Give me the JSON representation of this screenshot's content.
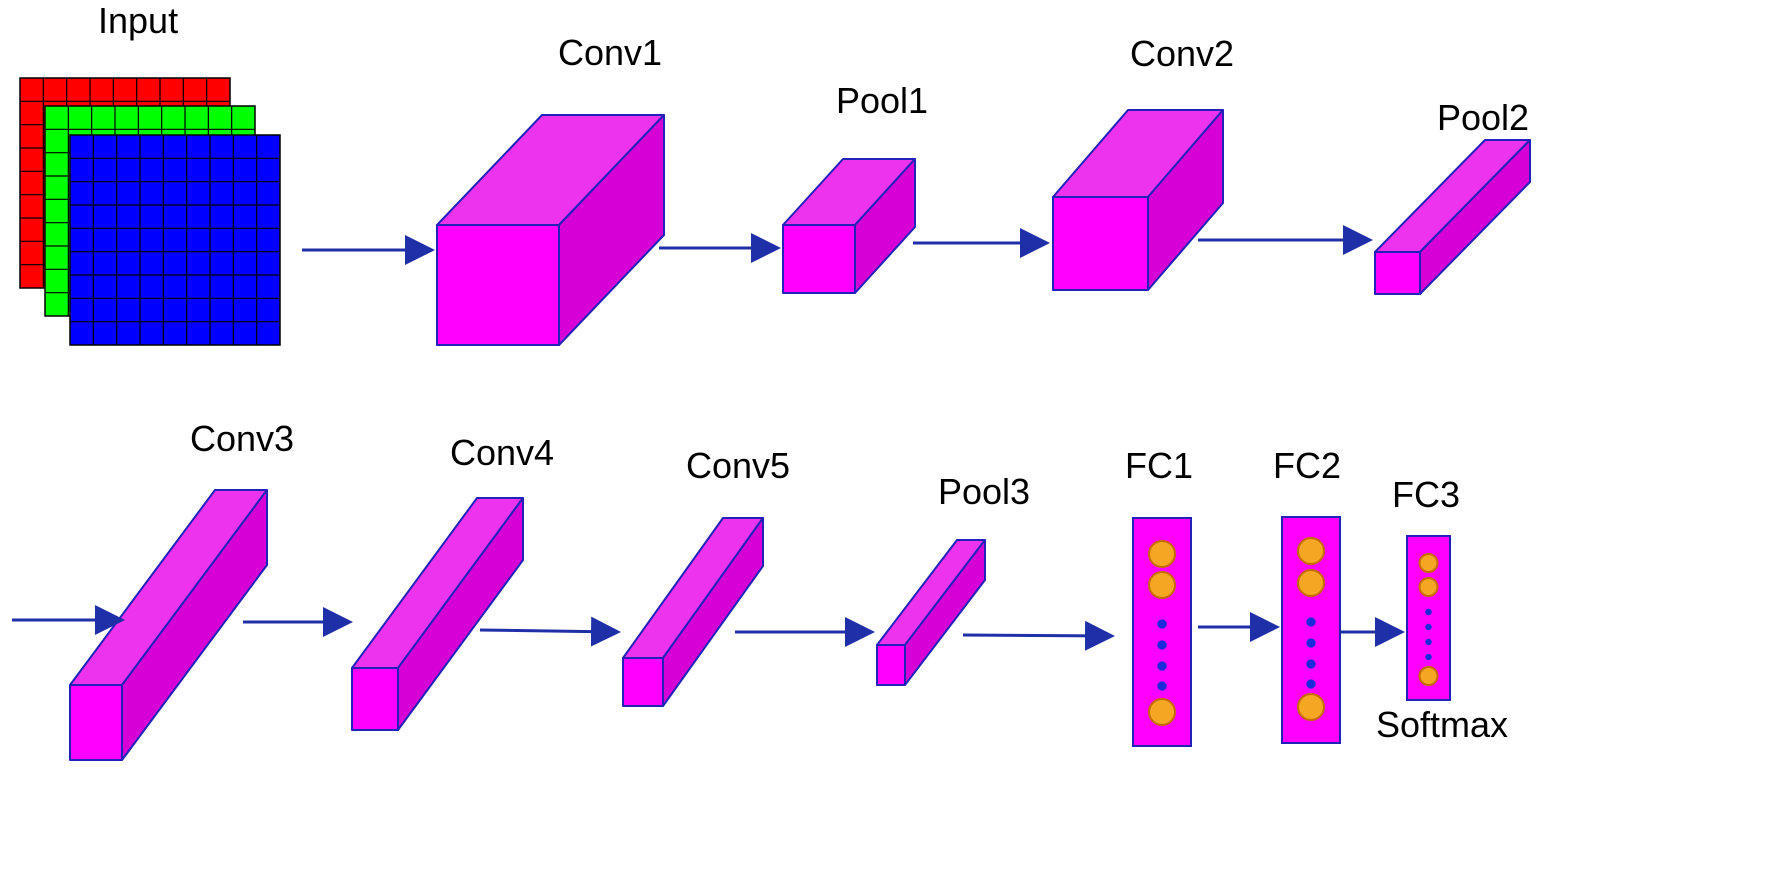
{
  "diagram": {
    "input_label": "Input",
    "layers": [
      {
        "id": "conv1",
        "label": "Conv1"
      },
      {
        "id": "pool1",
        "label": "Pool1"
      },
      {
        "id": "conv2",
        "label": "Conv2"
      },
      {
        "id": "pool2",
        "label": "Pool2"
      },
      {
        "id": "conv3",
        "label": "Conv3"
      },
      {
        "id": "conv4",
        "label": "Conv4"
      },
      {
        "id": "conv5",
        "label": "Conv5"
      },
      {
        "id": "pool3",
        "label": "Pool3"
      },
      {
        "id": "fc1",
        "label": "FC1"
      },
      {
        "id": "fc2",
        "label": "FC2"
      },
      {
        "id": "fc3",
        "label": "FC3"
      }
    ],
    "output_label": "Softmax",
    "input_channel_colors": [
      "#ff0000",
      "#00ff00",
      "#0000ff"
    ],
    "colors": {
      "block_front": "#ff00ff",
      "block_top": "#ee33ee",
      "block_side": "#d600d6",
      "block_edge": "#2222bb",
      "arrow": "#1f2fa8",
      "neuron_fill": "#f5a623",
      "neuron_edge": "#c76a00",
      "dot": "#1c2bd9",
      "grid_line": "#000000"
    }
  }
}
